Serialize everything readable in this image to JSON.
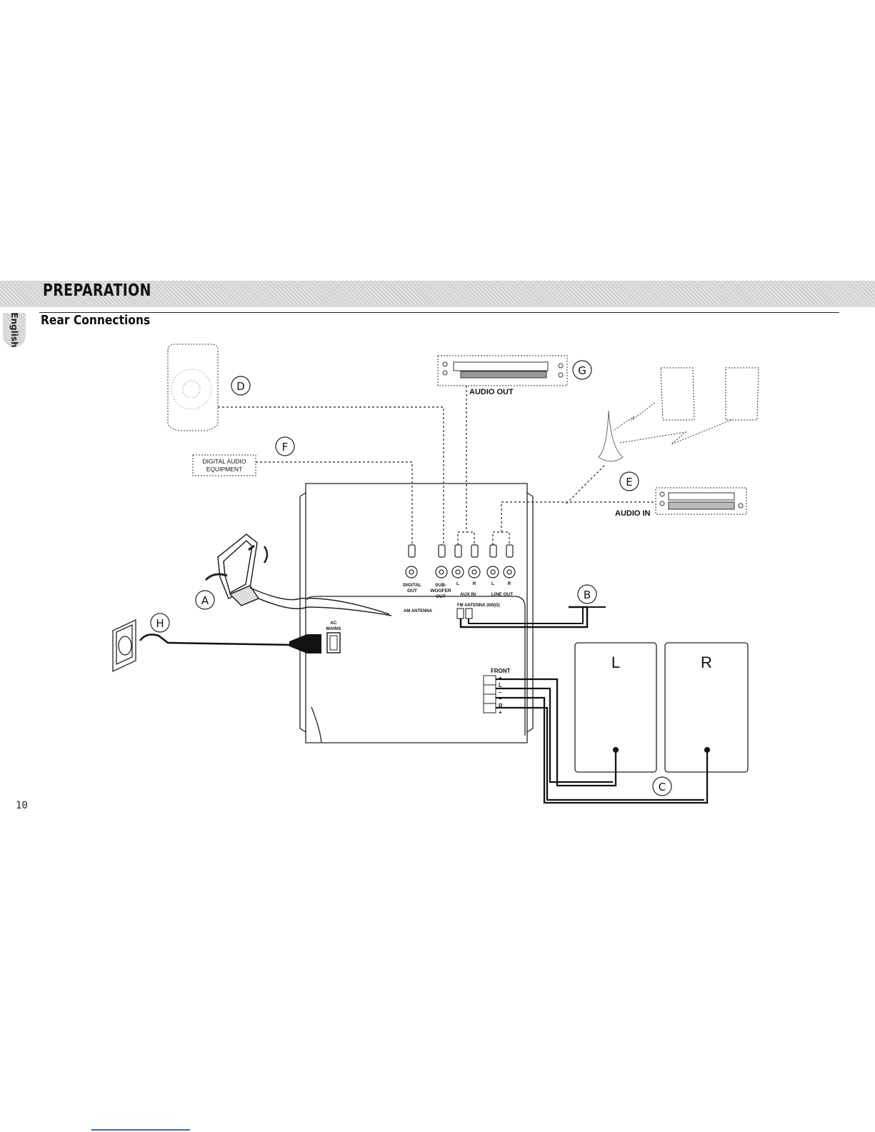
{
  "header": {
    "title": "PREPARATION"
  },
  "sidebar": {
    "language_tab": "English"
  },
  "section": {
    "title": "Rear Connections"
  },
  "callouts": {
    "a": "A",
    "b": "B",
    "c": "C",
    "d": "D",
    "e": "E",
    "f": "F",
    "g": "G",
    "h": "H"
  },
  "labels": {
    "digital_audio_equipment": [
      "DIGITAL AUDIO",
      "EQUIPMENT"
    ],
    "audio_out": "AUDIO OUT",
    "audio_in": "AUDIO IN",
    "digital_out": [
      "DIGITAL",
      "OUT"
    ],
    "subwoofer_out": [
      "SUB-",
      "WOOFER",
      "OUT"
    ],
    "aux_in": "AUX IN",
    "line_out": "LINE OUT",
    "jack_l": "L",
    "jack_r": "R",
    "am_antenna": "AM ANTENNA",
    "fm_antenna": "FM ANTENNA 300(Ω)",
    "ac_mains": [
      "AC",
      "MAINS"
    ],
    "front": "FRONT",
    "terminal_plus": "+",
    "terminal_minus": "–",
    "speaker_left": "L",
    "speaker_right": "R"
  },
  "footer": {
    "page_number": "10"
  }
}
